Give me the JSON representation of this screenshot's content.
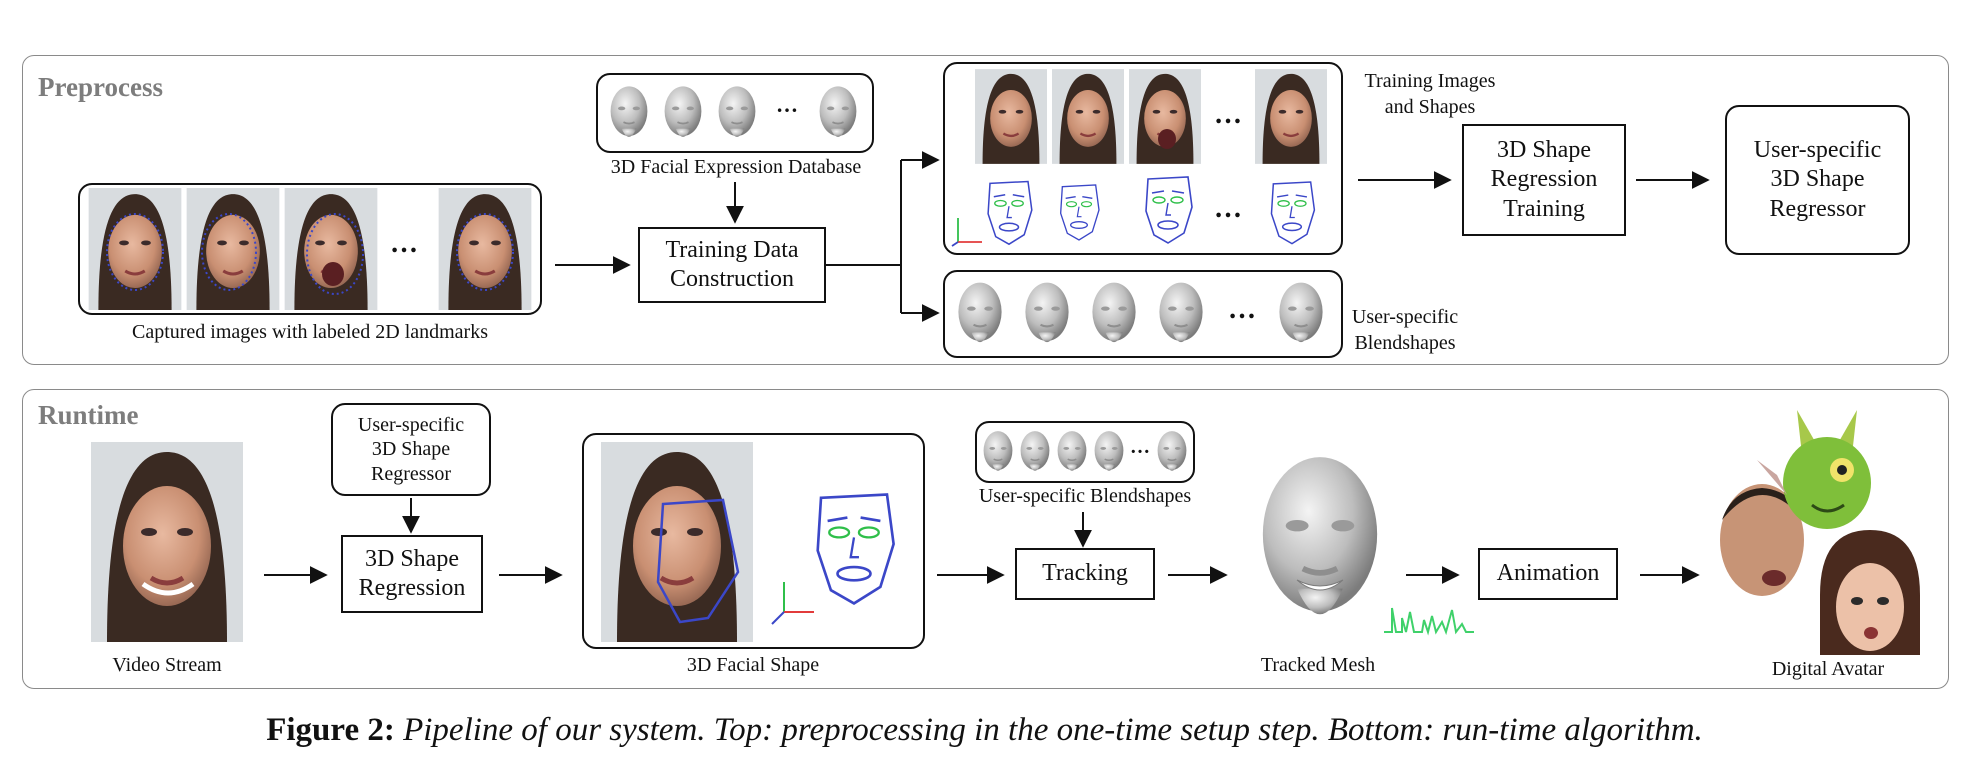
{
  "preprocess": {
    "title": "Preprocess",
    "captured_label": "Captured images with labeled 2D landmarks",
    "database_label": "3D Facial Expression Database",
    "training_data_box": "Training Data\nConstruction",
    "training_images_label": "Training Images\nand Shapes",
    "regression_training_box": "3D Shape\nRegression\nTraining",
    "regressor_box": "User-specific\n3D Shape\nRegressor",
    "blendshapes_label": "User-specific\nBlendshapes",
    "ellipsis": "…"
  },
  "runtime": {
    "title": "Runtime",
    "video_label": "Video Stream",
    "regressor_box": "User-specific\n3D Shape\nRegressor",
    "regression_box": "3D Shape\nRegression",
    "facial_shape_label": "3D Facial Shape",
    "blendshapes_label": "User-specific Blendshapes",
    "tracking_box": "Tracking",
    "tracked_mesh_label": "Tracked Mesh",
    "animation_box": "Animation",
    "avatar_label": "Digital Avatar",
    "ellipsis": "…"
  },
  "caption": {
    "figure_label": "Figure 2:",
    "text": "Pipeline of our system. Top: preprocessing in the one-time setup step. Bottom: run-time algorithm."
  },
  "colors": {
    "panel_border": "#8a8a8a",
    "panel_title": "#7d7d7d",
    "landmark_blue": "#3b47c8",
    "landmark_green": "#2fbf4a",
    "bar_green": "#3fd16a"
  }
}
